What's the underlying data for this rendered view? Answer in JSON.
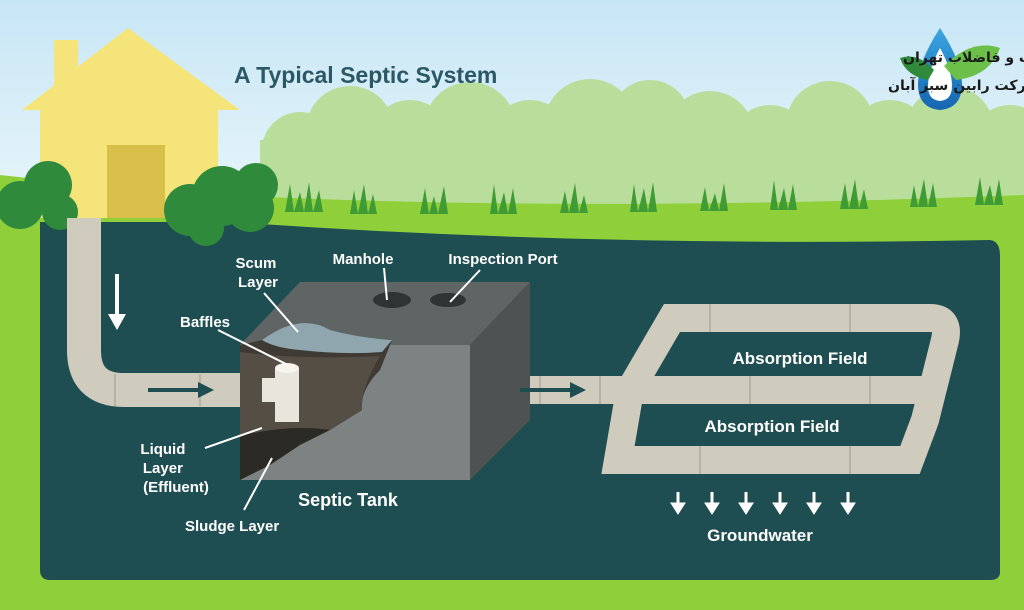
{
  "title": "A Typical Septic System",
  "company": {
    "line1": "مهندسین آب و فاضلاب تهران",
    "line2": "شرکت رابین سبز آبان"
  },
  "labels": {
    "scum": [
      "Scum",
      "Layer"
    ],
    "manhole": "Manhole",
    "inspection_port": "Inspection Port",
    "baffles": "Baffles",
    "liquid": [
      "Liquid",
      "Layer",
      "(Effluent)"
    ],
    "sludge": "Sludge Layer",
    "septic_tank": "Septic Tank",
    "absorption_field_1": "Absorption Field",
    "absorption_field_2": "Absorption Field",
    "groundwater": "Groundwater"
  },
  "colors": {
    "sky_top": "#cfe9f6",
    "sky_bottom": "#e9f6fa",
    "grass": "#8ecf3a",
    "soil": "#1f4e52",
    "pipe": "#cfcbbd",
    "tank_front": "#7d8383",
    "tank_top": "#5f6565",
    "house": "#f5e47a",
    "door": "#d7bf4a",
    "title": "#2a5866"
  },
  "icons": [
    "down-arrow-icon",
    "right-arrow-icon",
    "water-leaf-logo-icon"
  ]
}
